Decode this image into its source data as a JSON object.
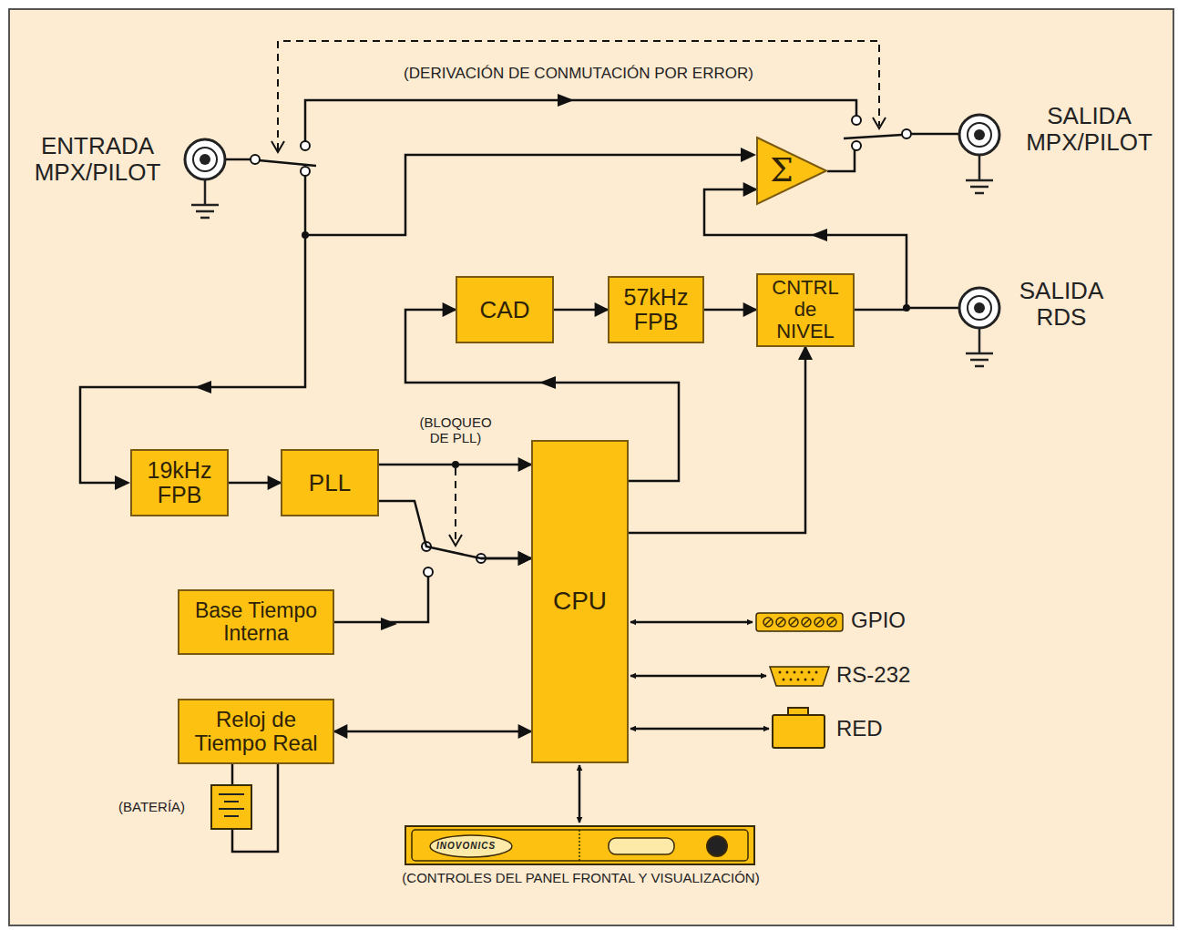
{
  "diagram": {
    "nodes": [
      {
        "text": [
          "Σ"
        ]
      },
      {
        "text": [
          "CAD"
        ]
      },
      {
        "text": [
          "57kHz FPB"
        ]
      },
      {
        "text": [
          "CNTRL de NIVEL"
        ]
      },
      {
        "text": [
          "19kHz FPB"
        ]
      },
      {
        "text": [
          "PLL"
        ]
      },
      {
        "text": [
          "CPU"
        ]
      },
      {
        "text": [
          "Base Tiempo Interna"
        ]
      },
      {
        "text": [
          "Reloj de Tiempo Real"
        ]
      }
    ],
    "edges": [
      {
        "from": 1,
        "to": 2,
        "arrow": "to"
      },
      {
        "from": 2,
        "to": 3,
        "arrow": "to"
      },
      {
        "from": 3,
        "to": 0,
        "arrow": "to"
      },
      {
        "from": 6,
        "to": 1,
        "arrow": "to"
      },
      {
        "from": 6,
        "to": 3,
        "arrow": "to"
      },
      {
        "from": 4,
        "to": 5,
        "arrow": "to"
      },
      {
        "from": 5,
        "to": 6,
        "label": "(BLOQUEO DE PLL)",
        "arrow": "to"
      },
      {
        "from": 5,
        "to": 6,
        "arrow": "to"
      },
      {
        "from": 7,
        "to": 6,
        "arrow": "to"
      },
      {
        "from": 8,
        "to": 6,
        "arrow": "both"
      }
    ],
    "labels": [
      "(DERIVACIÓN DE CONMUTACIÓN POR ERROR)",
      "ENTRADA MPX/PILOT",
      "SALIDA MPX/PILOT",
      "SALIDA RDS",
      "GPIO",
      "RS-232",
      "RED",
      "(BATERÍA)",
      "INOVONICS",
      "(CONTROLES DEL PANEL FRONTAL Y VISUALIZACIÓN)"
    ]
  }
}
